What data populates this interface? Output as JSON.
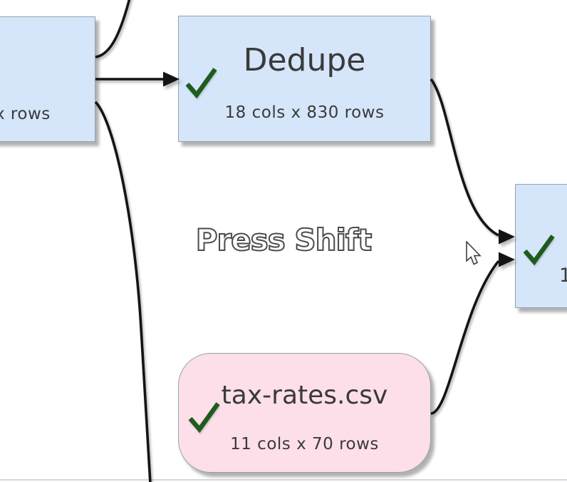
{
  "app": {
    "hint_text": "Press Shift"
  },
  "colors": {
    "canvas_background": "#ffffff",
    "transform_node_fill": "#d5e6fa",
    "input_file_node_fill": "#fcdfe9",
    "node_border": "#96a0ab",
    "check_green": "#1e5c1e",
    "node_text": "#3a3a3a",
    "connector": "#141414",
    "hint_outline": "#4b4b4b",
    "bottom_divider": "#d3d6da"
  },
  "nodes": {
    "upstream": {
      "kind": "transform",
      "subtitle_visible": "x rows",
      "note": "node partially off-screen left"
    },
    "dedupe": {
      "kind": "transform",
      "title": "Dedupe",
      "subtitle": "18 cols x 830 rows",
      "has_check": true
    },
    "downstream": {
      "kind": "transform",
      "subtitle_visible": "1",
      "has_check": true,
      "note": "node partially off-screen right"
    },
    "tax_rates": {
      "kind": "input-file",
      "title": "tax-rates.csv",
      "subtitle": "11 cols x 70 rows",
      "has_check": true
    }
  },
  "icons": {
    "check": "green check mark",
    "cursor": "arrow pointer"
  }
}
